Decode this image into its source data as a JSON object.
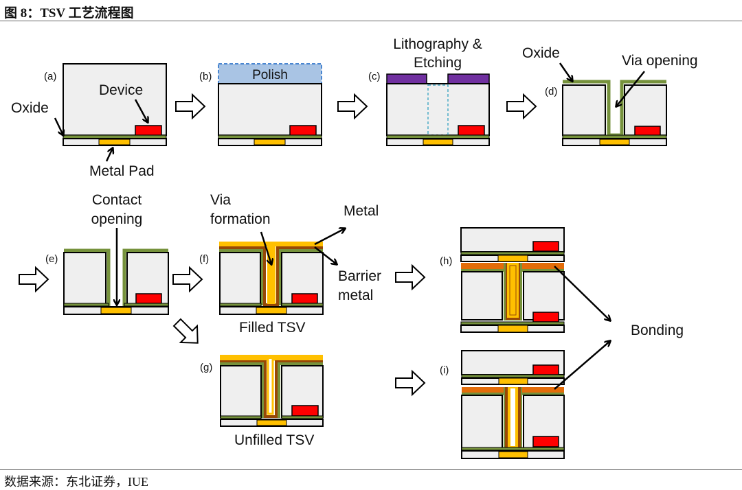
{
  "figure": {
    "caption": "图 8：TSV 工艺流程图",
    "source": "数据来源：东北证券，IUE"
  },
  "colors": {
    "silicon": "#efefef",
    "oxide": "#76923c",
    "metal_pad": "#ffc000",
    "device": "#ff0000",
    "photoresist": "#7030a0",
    "polish": "#a9c4e4",
    "polish_border": "#4a86d0",
    "etch_outline": "#4bacc6",
    "barrier_metal": "#974806",
    "fill_metal": "#ffc000",
    "bond_layer": "#e36c09",
    "outline": "#000000"
  },
  "steps": [
    {
      "id": "a",
      "label": "(a)"
    },
    {
      "id": "b",
      "label": "(b)"
    },
    {
      "id": "c",
      "label": "(c)"
    },
    {
      "id": "d",
      "label": "(d)"
    },
    {
      "id": "e",
      "label": "(e)"
    },
    {
      "id": "f",
      "label": "(f)"
    },
    {
      "id": "g",
      "label": "(g)"
    },
    {
      "id": "h",
      "label": "(h)"
    },
    {
      "id": "i",
      "label": "(i)"
    }
  ],
  "annotations": {
    "device": "Device",
    "oxide_a": "Oxide",
    "metal_pad": "Metal Pad",
    "polish": "Polish",
    "litho_line1": "Lithography &",
    "litho_line2": "Etching",
    "oxide_d": "Oxide",
    "via_opening": "Via opening",
    "contact_line1": "Contact",
    "contact_line2": "opening",
    "via_line1": "Via",
    "via_line2": "formation",
    "metal": "Metal",
    "barrier_line1": "Barrier",
    "barrier_line2": "metal",
    "filled_tsv": "Filled TSV",
    "unfilled_tsv": "Unfilled TSV",
    "bonding": "Bonding"
  }
}
